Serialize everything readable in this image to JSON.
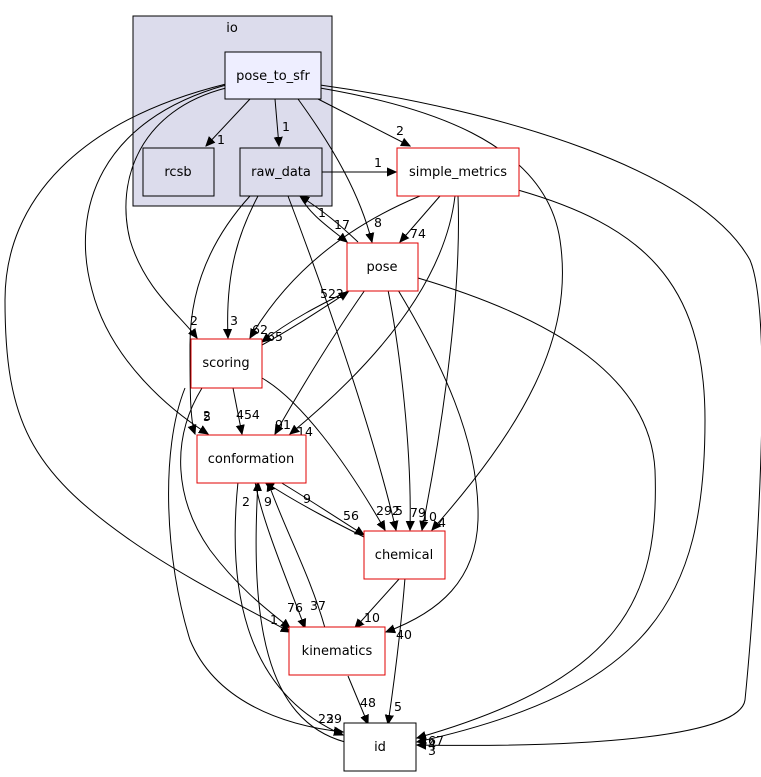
{
  "cluster": {
    "label": "io"
  },
  "nodes": {
    "pose_to_sfr": "pose_to_sfr",
    "rcsb": "rcsb",
    "raw_data": "raw_data",
    "simple_metrics": "simple_metrics",
    "pose": "pose",
    "scoring": "scoring",
    "conformation": "conformation",
    "chemical": "chemical",
    "kinematics": "kinematics",
    "id": "id"
  },
  "edge_labels": {
    "pose_to_sfr_rcsb": "1",
    "pose_to_sfr_raw_data": "1",
    "pose_to_sfr_simple_metrics": "2",
    "raw_data_simple_metrics": "1",
    "pose_to_sfr_pose": "8",
    "raw_data_pose": "17",
    "pose_raw_data": "1",
    "simple_metrics_pose": "74",
    "pose_to_sfr_scoring": "2",
    "raw_data_scoring": "3",
    "pose_scoring": "62",
    "scoring_pose": "522",
    "scoring_pose_2": "65",
    "pose_to_sfr_conformation": "5",
    "raw_data_conformation": "2",
    "scoring_conformation": "454",
    "pose_conformation": "91",
    "simple_metrics_conformation": "14",
    "scoring_chemical": "292",
    "raw_data_chemical": "5",
    "pose_chemical": "79",
    "simple_metrics_chemical": "10",
    "pose_to_sfr_chemical": "4",
    "chemical_conformation": "9",
    "conformation_chemical": "56",
    "conformation_kinematics": "76",
    "kinematics_conformation": "37",
    "chemical_kinematics": "10",
    "pose_kinematics": "40",
    "kinematics_id": "48",
    "chemical_id": "5",
    "conformation_id": "2",
    "id_conformation": "1",
    "scoring_id": "23",
    "scoring_id_2": "29",
    "conformation_id_2": "9",
    "pose_id": "67",
    "simple_metrics_id": "4",
    "pose_to_sfr_id": "3"
  }
}
